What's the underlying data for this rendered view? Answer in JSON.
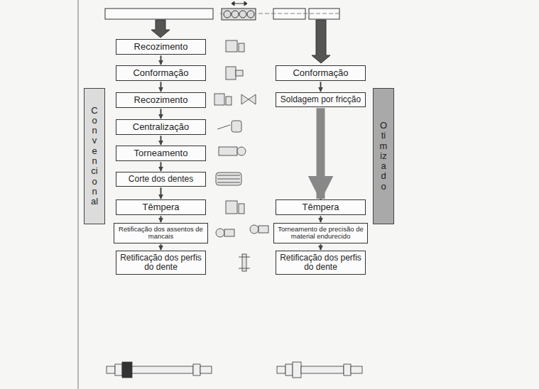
{
  "diagram": {
    "nodes": [
      {
        "text": [
          "Recozimento"
        ]
      },
      {
        "text": [
          "Conformação"
        ]
      },
      {
        "text": [
          "Recozimento"
        ]
      },
      {
        "text": [
          "Centralização"
        ]
      },
      {
        "text": [
          "Torneamento"
        ]
      },
      {
        "text": [
          "Corte dos dentes"
        ]
      },
      {
        "text": [
          "Têmpera"
        ]
      },
      {
        "text": [
          "Retificação dos assentos de mancais"
        ]
      },
      {
        "text": [
          "Retificação dos perfis do dente"
        ]
      },
      {
        "text": [
          "Convencional"
        ]
      },
      {
        "text": [
          "Conformação"
        ]
      },
      {
        "text": [
          "Soldagem por fricção"
        ]
      },
      {
        "text": [
          "Têmpera"
        ]
      },
      {
        "text": [
          "Torneamento de precisão de material endurecido"
        ]
      },
      {
        "text": [
          "Retificação dos perfis do dente"
        ]
      },
      {
        "text": [
          "Otimizado"
        ]
      }
    ],
    "edges": [
      {
        "from": 0,
        "to": 1,
        "arrow": "to"
      },
      {
        "from": 1,
        "to": 2,
        "arrow": "to"
      },
      {
        "from": 2,
        "to": 3,
        "arrow": "to"
      },
      {
        "from": 3,
        "to": 4,
        "arrow": "to"
      },
      {
        "from": 4,
        "to": 5,
        "arrow": "to"
      },
      {
        "from": 5,
        "to": 6,
        "arrow": "to"
      },
      {
        "from": 6,
        "to": 7,
        "arrow": "to"
      },
      {
        "from": 7,
        "to": 8,
        "arrow": "to"
      },
      {
        "from": 10,
        "to": 11,
        "arrow": "to"
      },
      {
        "from": 11,
        "to": 12,
        "arrow": "to"
      },
      {
        "from": 12,
        "to": 13,
        "arrow": "to"
      },
      {
        "from": 13,
        "to": 14,
        "arrow": "to"
      }
    ]
  }
}
